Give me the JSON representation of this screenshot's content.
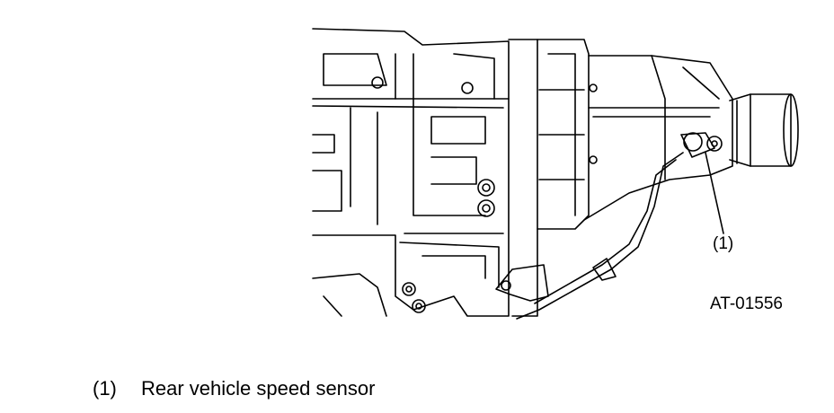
{
  "diagram": {
    "callout_number": "(1)",
    "figure_code": "AT-01556"
  },
  "legend": [
    {
      "number": "(1)",
      "text": "Rear vehicle speed sensor"
    }
  ]
}
